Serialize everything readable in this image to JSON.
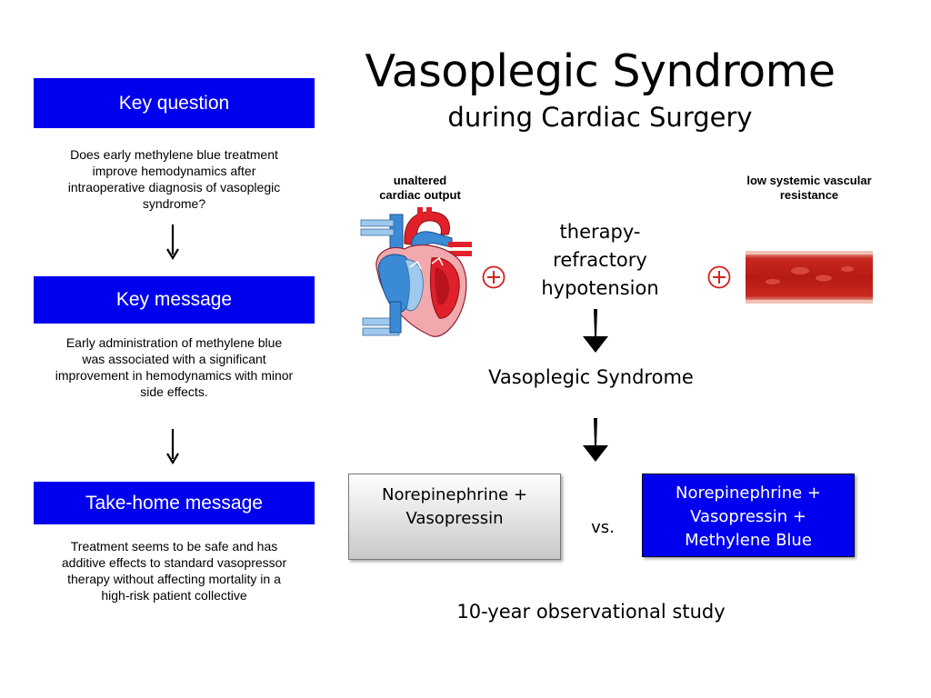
{
  "title": "Vasoplegic Syndrome",
  "subtitle": "during Cardiac Surgery",
  "left": {
    "key_question": {
      "heading": "Key question",
      "lines": [
        "Does early methylene blue treatment",
        "improve hemodynamics after",
        "intraoperative diagnosis of vasoplegic",
        "syndrome?"
      ]
    },
    "key_message": {
      "heading": "Key message",
      "lines": [
        "Early administration of methylene blue",
        "was associated with a significant",
        "improvement in hemodynamics with minor",
        "side effects."
      ]
    },
    "take_home": {
      "heading": "Take-home message",
      "lines": [
        "Treatment seems to be safe and has",
        "additive effects to standard vasopressor",
        "therapy without affecting mortality in a",
        "high-risk patient collective"
      ]
    }
  },
  "diagram": {
    "heart_label": [
      "unaltered",
      "cardiac output"
    ],
    "vessel_label": [
      "low systemic vascular",
      "resistance"
    ],
    "center_lines": [
      "therapy-",
      "refractory",
      "hypotension"
    ],
    "syndrome": "Vasoplegic Syndrome",
    "option_a": [
      "Norepinephrine +",
      "Vasopressin"
    ],
    "option_b": [
      "Norepinephrine +",
      "Vasopressin +",
      "Methylene Blue"
    ],
    "vs": "vs.",
    "footer": "10-year observational study"
  },
  "colors": {
    "box_blue": "#0000ee",
    "plus_red": "#d42020",
    "heart_red": "#e0202a",
    "heart_blue": "#3a8ad6",
    "vessel_red": "#cc2a22"
  },
  "icons": [
    "heart-illustration",
    "blood-vessel-illustration",
    "plus-icon",
    "arrow-down-icon"
  ]
}
